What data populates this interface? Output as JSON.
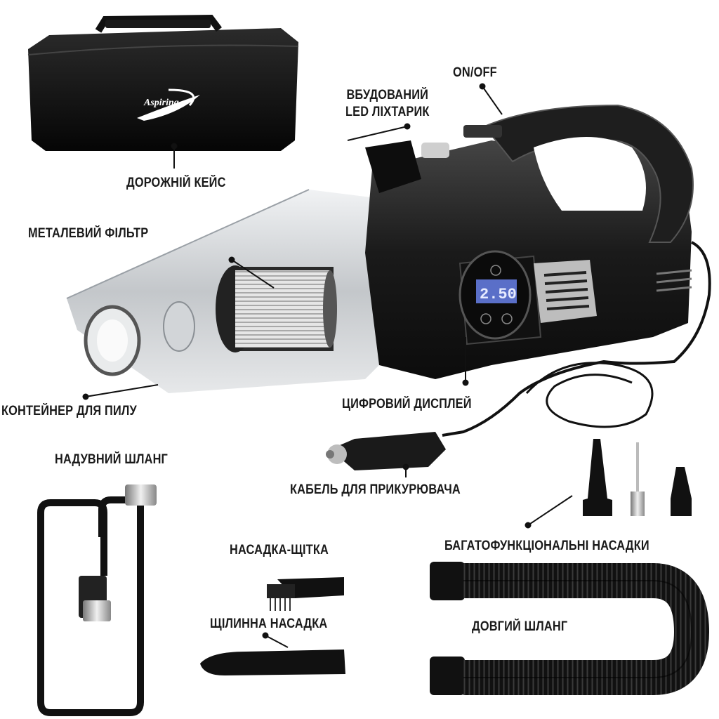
{
  "labels": {
    "on_off": "ON/OFF",
    "led_line1": "ВБУДОВАНИЙ",
    "led_line2": "LED ЛІХТАРИК",
    "travel_case": "ДОРОЖНІЙ КЕЙС",
    "metal_filter": "МЕТАЛЕВИЙ ФІЛЬТР",
    "dust_container": "КОНТЕЙНЕР ДЛЯ ПИЛУ",
    "digital_display": "ЦИФРОВИЙ ДИСПЛЕЙ",
    "lighter_cable": "КАБЕЛЬ ДЛЯ ПРИКУРЮВАЧА",
    "inflation_hose": "НАДУВНИЙ ШЛАНГ",
    "brush_nozzle": "НАСАДКА-ЩІТКА",
    "multi_nozzles": "БАГАТОФУНКЦІОНАЛЬНІ НАСАДКИ",
    "crevice_nozzle": "ЩІЛИННА НАСАДКА",
    "long_hose": "ДОВГИЙ ШЛАНГ"
  },
  "product": {
    "brand": "Aspiring",
    "display_value": "2.50"
  },
  "colors": {
    "body": "#1c1c1c",
    "trim": "#8a8a8a",
    "lcd": "#5a6fc8",
    "transparent": "#cfd3d6"
  }
}
